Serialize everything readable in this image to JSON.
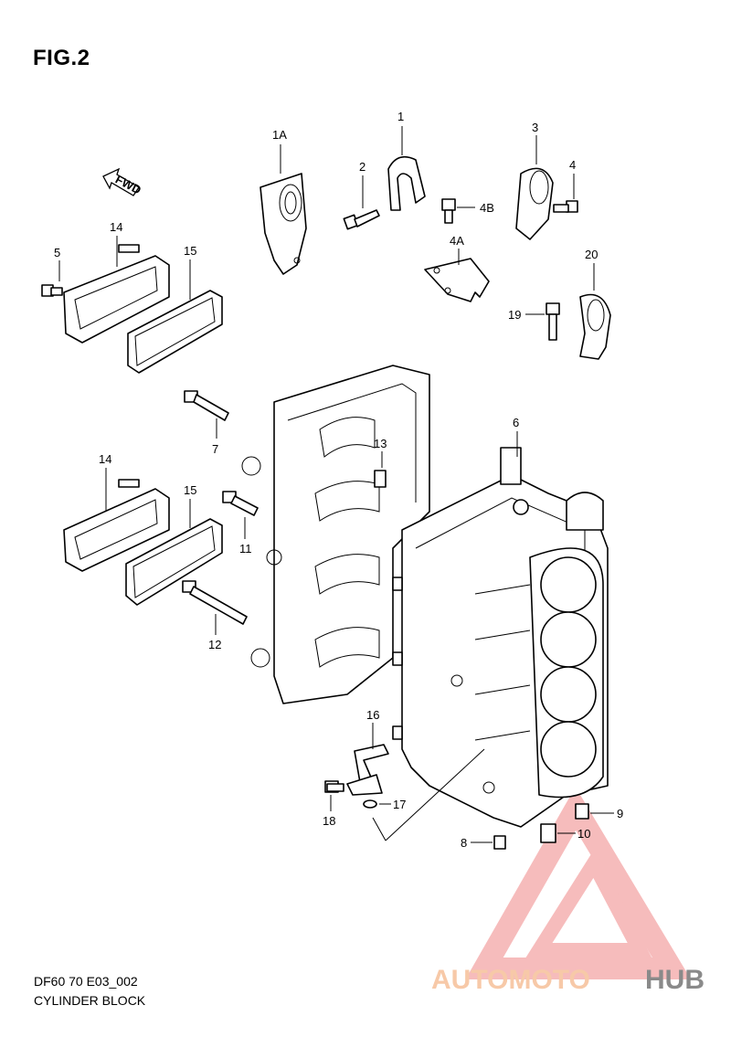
{
  "figure": {
    "title": "FIG.2"
  },
  "caption": {
    "model_line": "DF60 70 E03_002",
    "name_line": "CYLINDER BLOCK"
  },
  "direction_arrow": {
    "label": "FWD"
  },
  "callouts": {
    "p1": "1",
    "p1a": "1A",
    "p2": "2",
    "p3": "3",
    "p4": "4",
    "p4a": "4A",
    "p4b": "4B",
    "p5": "5",
    "p6": "6",
    "p7": "7",
    "p8": "8",
    "p9": "9",
    "p10": "10",
    "p11": "11",
    "p12": "12",
    "p13": "13",
    "p14a": "14",
    "p14b": "14",
    "p15a": "15",
    "p15b": "15",
    "p16": "16",
    "p17": "17",
    "p18": "18",
    "p19": "19",
    "p20": "20"
  },
  "watermark": {
    "part1": "AUTOMOTO",
    "part2": "HUB",
    "color_light": "#f7c9a8",
    "color_dark": "#8a8a8a",
    "color_triangle": "#f4a6a6"
  }
}
